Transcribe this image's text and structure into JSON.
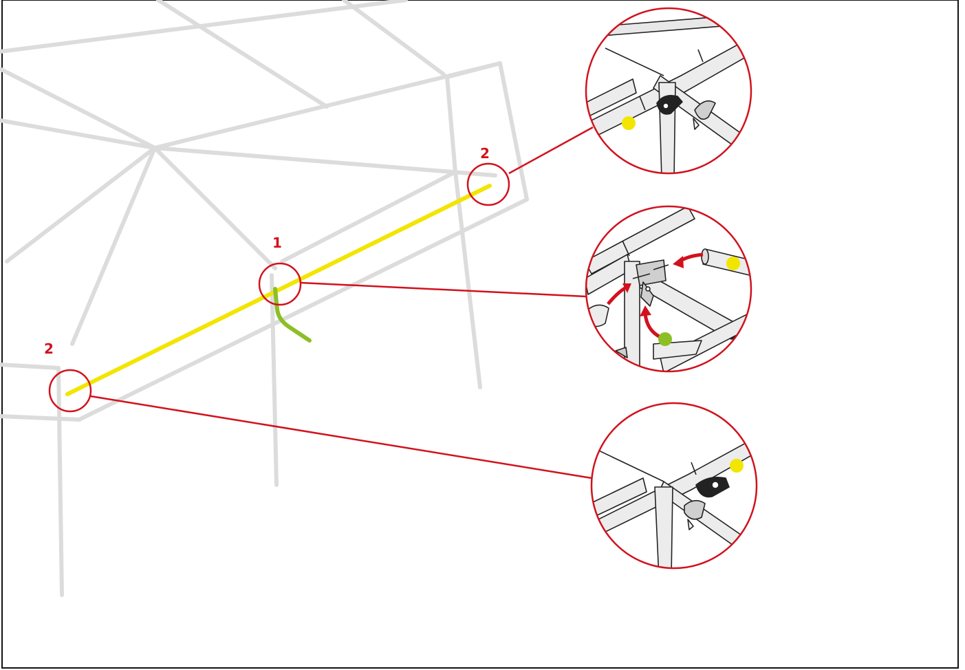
{
  "callouts": {
    "one": "1",
    "two_right": "2",
    "two_left": "2"
  },
  "colors": {
    "frame": "#dcdcdc",
    "highlight_beam": "#f2e500",
    "crossbar": "#8cbf26",
    "callout": "#d1121d",
    "pole": "#e6e6e6",
    "outline": "#222222",
    "border": "#111111"
  },
  "icons": [
    "yellow-dot",
    "green-dot",
    "red-arrow",
    "clamp-icon",
    "bolt-icon"
  ]
}
